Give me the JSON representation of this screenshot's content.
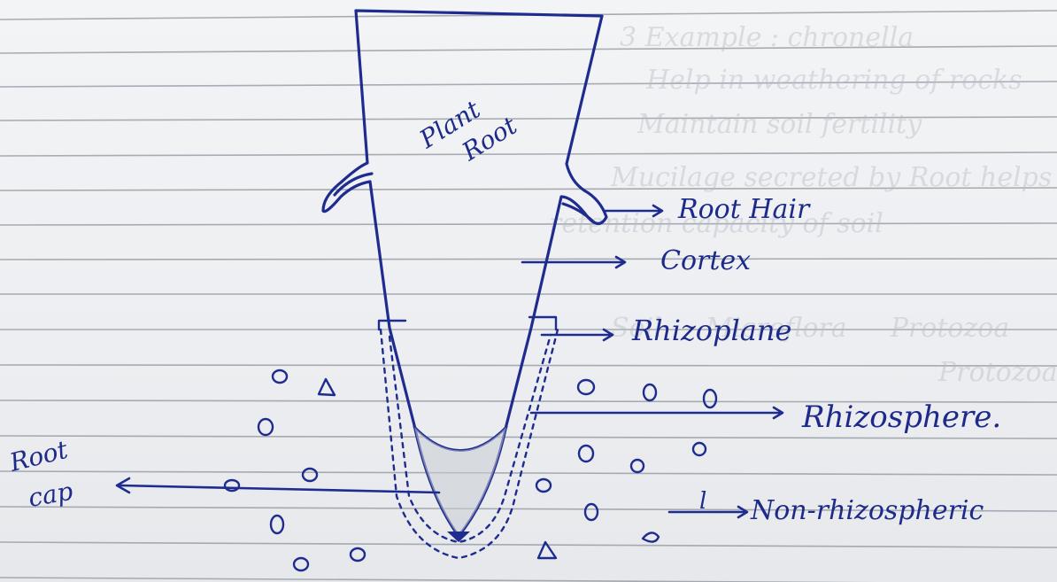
{
  "labels": {
    "plant": "Plant",
    "root": "Root",
    "root_hair": "Root Hair",
    "cortex": "Cortex",
    "rhizoplane": "Rhizoplane",
    "rhizosphere": "Rhizosphere.",
    "non_rhizospheric_prefix": "l",
    "non_rhizospheric": "Non-rhizospheric",
    "root_cap_1": "Root",
    "root_cap_2": "cap"
  }
}
